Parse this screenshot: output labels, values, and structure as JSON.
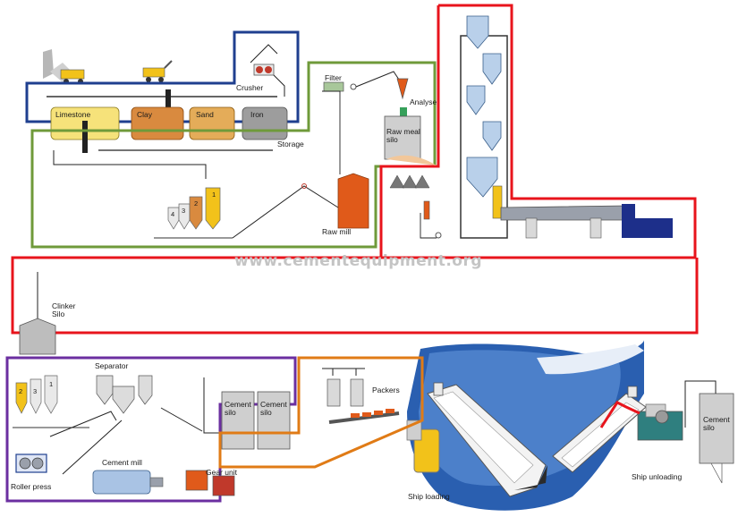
{
  "watermark": "www.cementequipment.org",
  "labels": {
    "crusher": "Crusher",
    "filter": "Filter",
    "analyser": "Analyser",
    "raw_meal_silo_1": "Raw meal",
    "raw_meal_silo_2": "silo",
    "storage": "Storage",
    "raw_mill": "Raw mill",
    "clinker_silo_1": "Clinker",
    "clinker_silo_2": "Silo",
    "separator": "Separator",
    "cement_mill": "Cement mill",
    "gear_unit": "Gear unit",
    "roller_press": "Roller press",
    "cement_silo_a_1": "Cement",
    "cement_silo_a_2": "silo",
    "cement_silo_b_1": "Cement",
    "cement_silo_b_2": "silo",
    "packers": "Packers",
    "ship_loading": "Ship loading",
    "ship_unloading": "Ship unloading",
    "cement_silo_right_1": "Cement",
    "cement_silo_right_2": "silo"
  },
  "storage_bins": [
    "Limestone",
    "Clay",
    "Sand",
    "Iron"
  ],
  "raw_hoppers": [
    "1",
    "2",
    "3",
    "4"
  ],
  "cement_hoppers": [
    "1",
    "3",
    "2"
  ],
  "colors": {
    "quarry_outline": "#1f3f8f",
    "raw_grinding_outline": "#6f9a3a",
    "kiln_outline": "#e8141c",
    "cement_mill_outline": "#6b2fa0",
    "dispatch_outline": "#e07b16",
    "sea": "#2a5fb0",
    "kiln_cooler": "#1d2f8a",
    "hopper_yellow": "#f2c21a",
    "mill_orange": "#e05a1a"
  }
}
